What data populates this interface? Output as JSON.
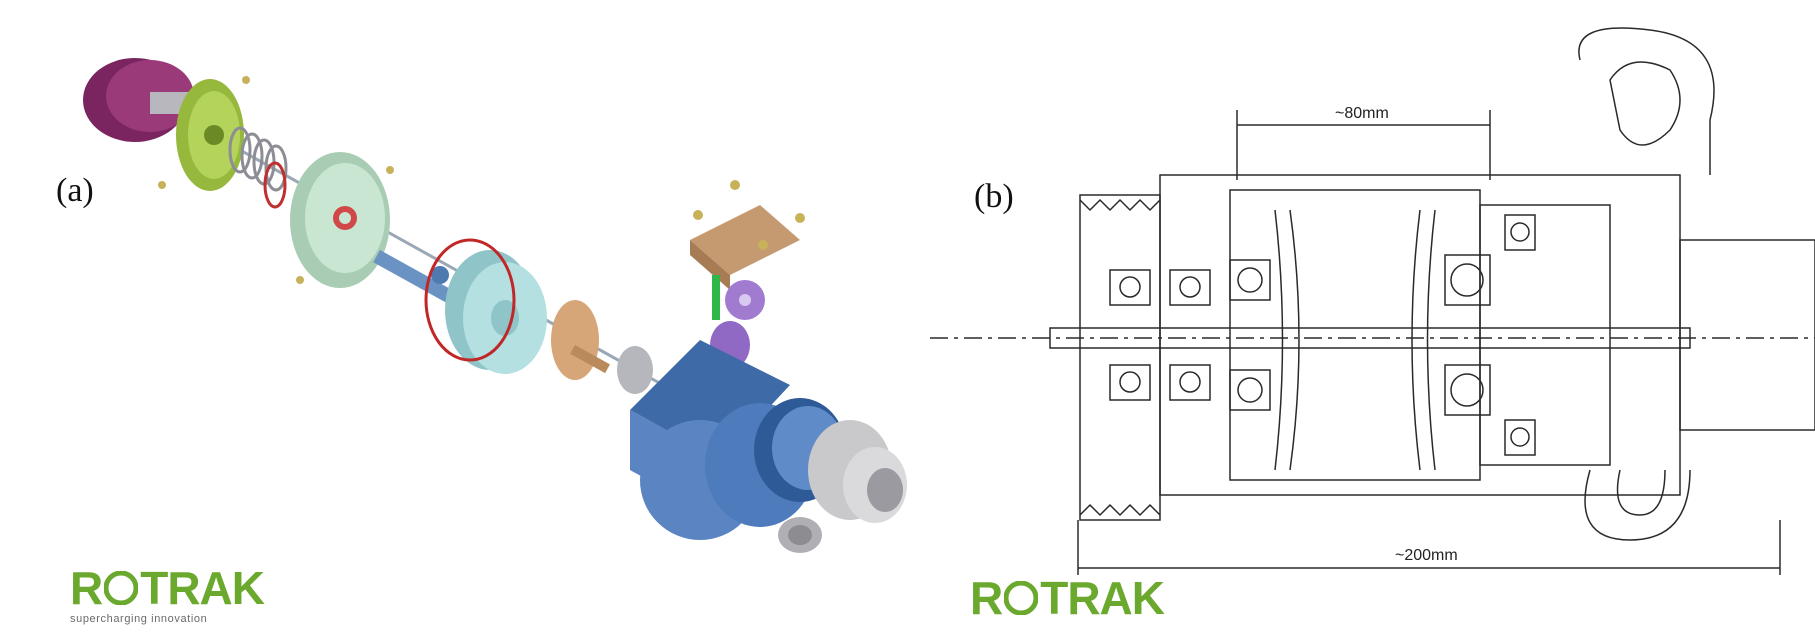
{
  "panel_a": {
    "label": "(a)",
    "logo": {
      "brand_left": "R",
      "brand_right": "TRAK",
      "tagline": "supercharging innovation"
    }
  },
  "panel_b": {
    "label": "(b)",
    "logo": {
      "brand_left": "R",
      "brand_right": "TRAK"
    },
    "dimensions": {
      "top": "~80mm",
      "bottom": "~200mm"
    }
  },
  "colors": {
    "logo_green": "#6aa92e",
    "housing_blue": "#5b86c4",
    "cap_purple": "#8a2d6a",
    "flange_green": "#a8c94b",
    "cover_mint": "#bfe0c9",
    "bracket_tan": "#c8a07a"
  }
}
